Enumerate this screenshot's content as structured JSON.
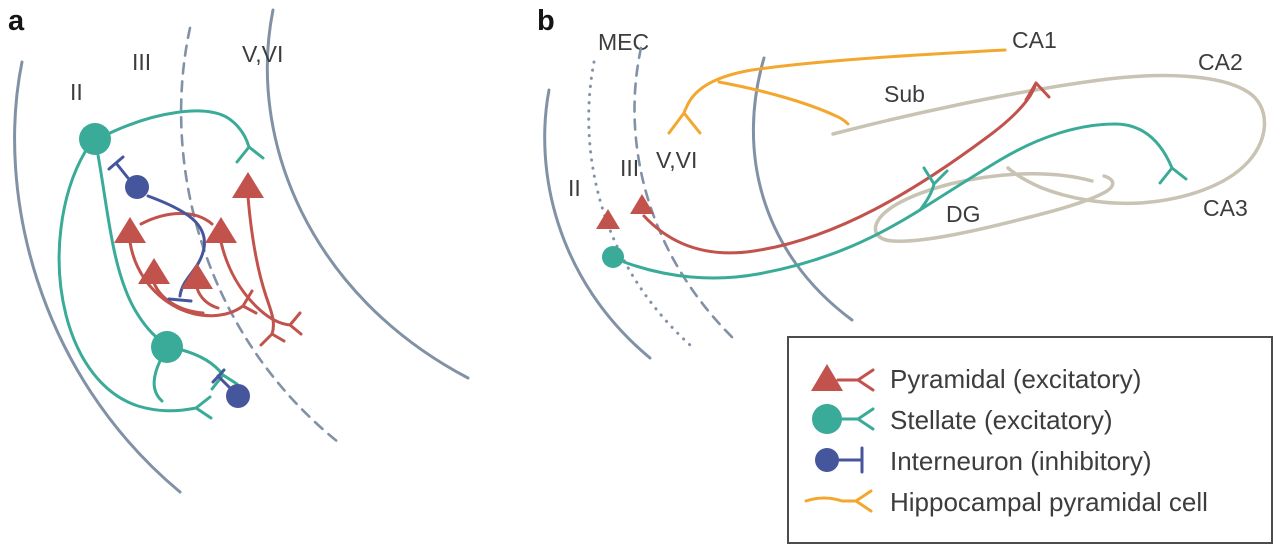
{
  "colors": {
    "pyramidal": "#c2524c",
    "stellate": "#3bab99",
    "interneuron": "#45569c",
    "hippocampal": "#f3a72e",
    "boundary": "#8191a6",
    "hippocampus": "#c8c3b3",
    "text": "#3d3d3d",
    "panel_label": "#151515",
    "legend_border": "#4c4c4c",
    "background": "#ffffff"
  },
  "panel_a": {
    "label": "a",
    "layer_ii": "II",
    "layer_iii": "III",
    "layer_v_vi": "V,VI"
  },
  "panel_b": {
    "label": "b",
    "region_mec": "MEC",
    "layer_ii": "II",
    "layer_iii": "III",
    "layer_v_vi": "V,VI",
    "region_ca1": "CA1",
    "region_ca2": "CA2",
    "region_ca3": "CA3",
    "region_dg": "DG",
    "region_sub": "Sub"
  },
  "legend": {
    "items": [
      {
        "key": "pyramidal",
        "label": "Pyramidal (excitatory)"
      },
      {
        "key": "stellate",
        "label": "Stellate (excitatory)"
      },
      {
        "key": "interneuron",
        "label": "Interneuron (inhibitory)"
      },
      {
        "key": "hippocampal",
        "label": "Hippocampal pyramidal cell"
      }
    ]
  }
}
